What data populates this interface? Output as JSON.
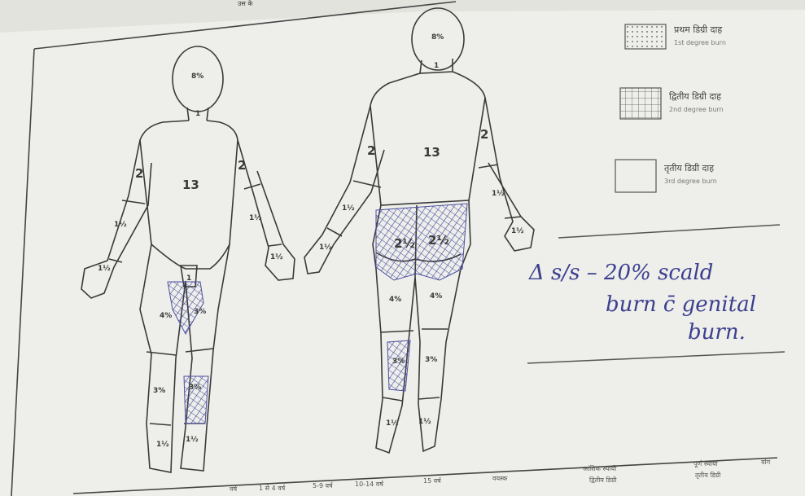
{
  "header": {
    "top_text": "उस के"
  },
  "legend": {
    "items": [
      {
        "hi": "प्रथम डिग्री दाह",
        "en": "1st degree burn",
        "pattern": "dots"
      },
      {
        "hi": "द्वितीय डिग्री दाह",
        "en": "2nd degree burn",
        "pattern": "grid"
      },
      {
        "hi": "तृतीय डिग्री दाह",
        "en": "3rd degree burn",
        "pattern": "blank"
      }
    ]
  },
  "front_figure": {
    "head": "8%",
    "neck": "1",
    "trunk": "13",
    "upper_arm_left": "2",
    "upper_arm_right": "2",
    "forearm_left": "1½",
    "forearm_right": "1½",
    "hand_left": "1½",
    "hand_right": "1½",
    "genital": "1",
    "thigh_left": "4%",
    "thigh_right": "3%",
    "leg_left": "3%",
    "leg_right": "3%",
    "foot_left": "1½",
    "foot_right": "1½"
  },
  "back_figure": {
    "head": "8%",
    "neck": "1",
    "trunk": "13",
    "upper_arm_left": "2",
    "upper_arm_right": "2",
    "forearm_left": "1½",
    "forearm_right": "1½",
    "hand_left": "1½",
    "hand_right": "1½",
    "buttock_left": "2½",
    "buttock_right": "2½",
    "thigh_left": "4%",
    "thigh_right": "4%",
    "leg_left": "3%",
    "leg_right": "3%",
    "foot_left": "1½",
    "foot_right": "1½"
  },
  "note": {
    "line1": "Δ s/s – 20% scald",
    "line2": "burn c̄ genital",
    "line3": "burn."
  },
  "footer": {
    "cells": [
      "वर्ष",
      "1 से 4 वर्ष",
      "5-9 वर्ष",
      "10-14 वर्ष",
      "15 वर्ष",
      "वयस्क",
      "आंशिक स्थायी",
      "द्वितीय डिग्री",
      "पूर्ण स्थायी",
      "तृतीय डिग्री",
      "योग"
    ]
  },
  "colors": {
    "ink": "#3a3a3a",
    "pen": "#3b3f8f",
    "paper": "#eeeeea"
  }
}
